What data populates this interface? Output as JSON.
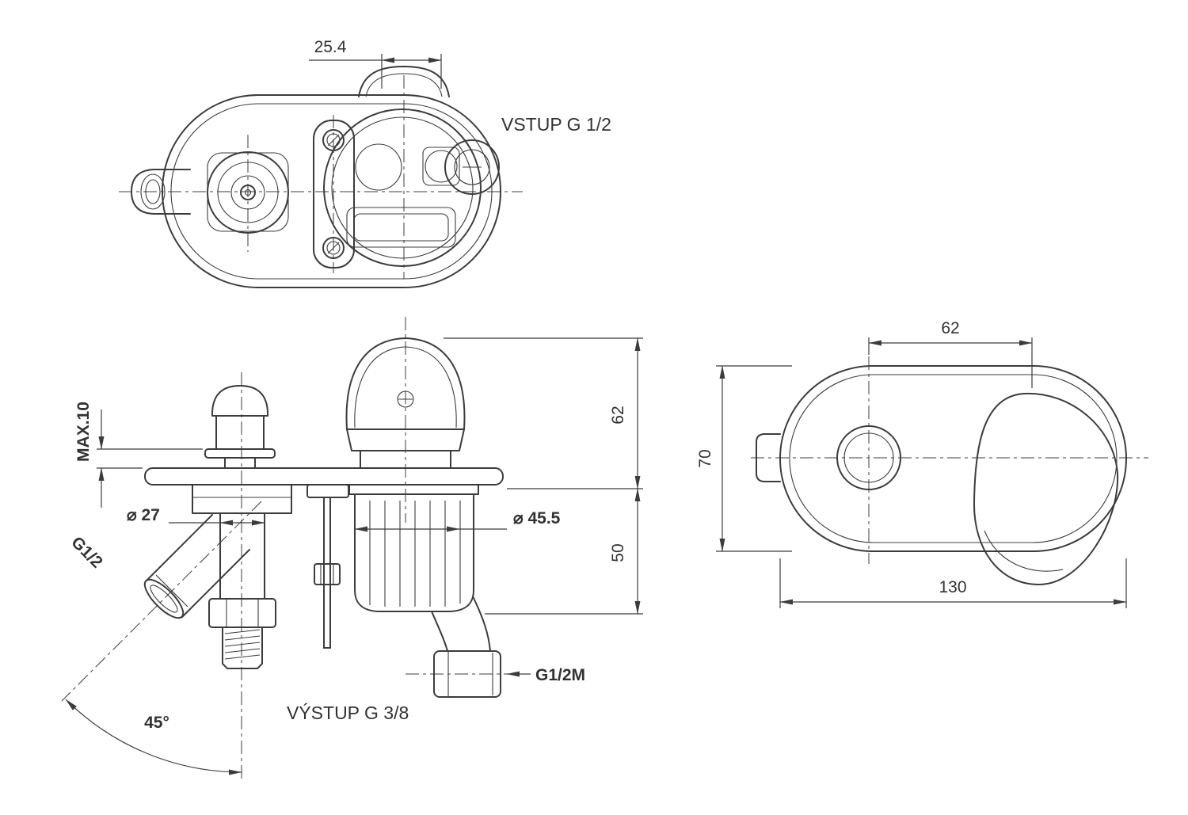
{
  "page": {
    "background": "#ffffff",
    "line_color": "#3c3c3c",
    "text_color": "#323232"
  },
  "top_view": {
    "dim_cartridge_offset": "25.4",
    "inlet_label": "VSTUP G 1/2"
  },
  "front_view": {
    "dim_max_panel": "MAX.10",
    "dim_pipe_diameter": "⌀ 27",
    "spout_thread_label": "G1/2",
    "dim_spout_angle": "45°",
    "outlet_label": "VÝSTUP G 3/8",
    "shower_outlet_label": "G1/2M",
    "dim_body_diameter": "⌀ 45.5",
    "dim_height_upper": "62",
    "dim_height_lower": "50"
  },
  "side_view": {
    "dim_centre_distance": "62",
    "dim_body_height": "70",
    "dim_body_length": "130"
  }
}
